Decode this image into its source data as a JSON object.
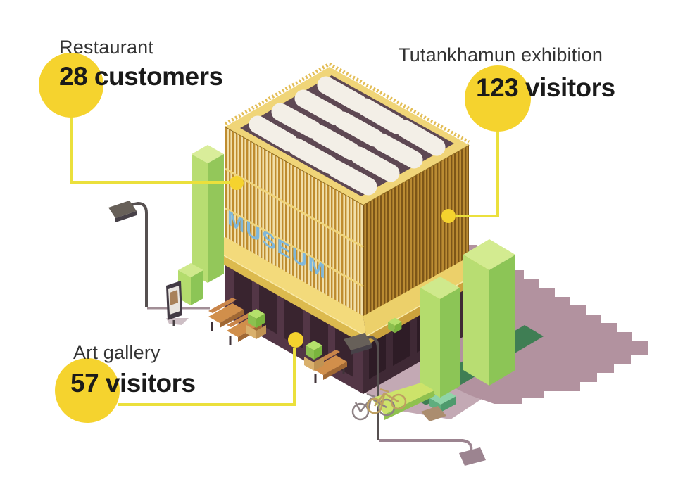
{
  "figure": {
    "type": "isometric infographic",
    "subject": "Museum building with visitor statistics callouts"
  },
  "callouts": {
    "restaurant": {
      "title": "Restaurant",
      "value": "28 customers"
    },
    "exhibition": {
      "title": "Tutankhamun exhibition",
      "value": "123 visitors"
    },
    "gallery": {
      "title": "Art gallery",
      "value": "57 visitors"
    }
  },
  "building": {
    "sign": "MUSEUM"
  },
  "colors": {
    "callout_circle": "#f5d32e",
    "connector_line": "#ebe03c",
    "label_text": "#1a1a1a",
    "museum_sign_blue": "#7fb7da",
    "facade_left": "#f1dfa9",
    "facade_right": "#bb8c33",
    "awning_yellow": "#f3da7b",
    "ground_floor": "#533646",
    "hedge_green": "#b4dc6d",
    "shadow_mauve": "#b2929f"
  }
}
